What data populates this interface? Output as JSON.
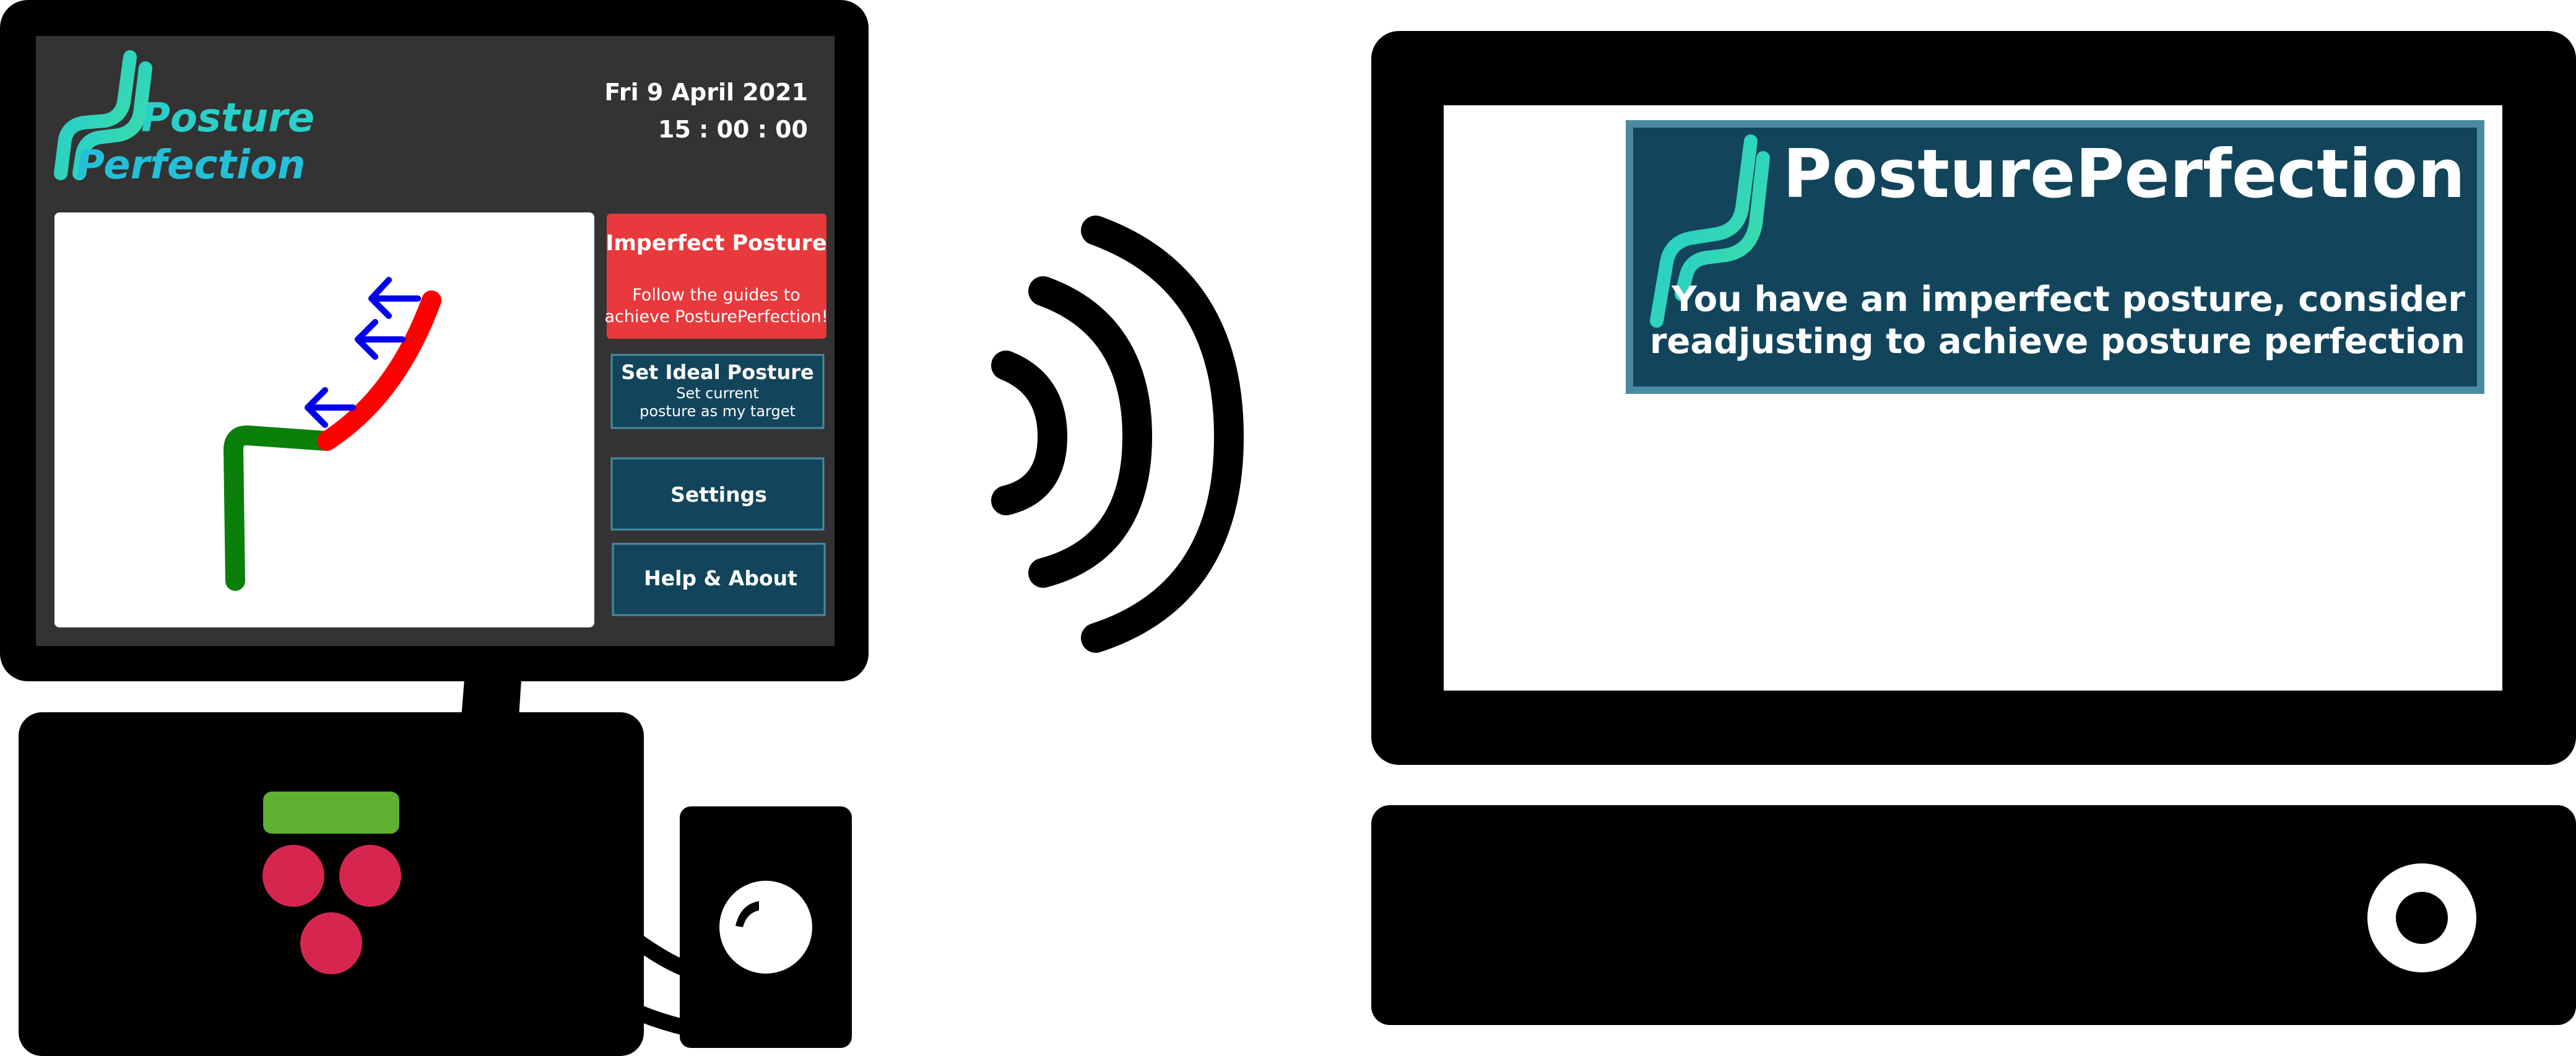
{
  "device": {
    "logo": {
      "line1": "Posture",
      "line2": "Perfection"
    },
    "date": "Fri 9 April 2021",
    "time": "15 : 00 : 00",
    "status_card": {
      "title": "Imperfect Posture",
      "message_line1": "Follow the guides to",
      "message_line2": "achieve PosturePerfection!"
    },
    "buttons": {
      "set_ideal_title": "Set Ideal Posture",
      "set_ideal_sub1": "Set current",
      "set_ideal_sub2": "posture as my target",
      "settings": "Settings",
      "help": "Help & About"
    }
  },
  "notification": {
    "title": "PosturePerfection",
    "line1": "You have an imperfect posture, consider",
    "line2": "readjusting to achieve posture perfection"
  },
  "colors": {
    "device_bezel": "#000000",
    "device_panel": "#333333",
    "status_red": "#e8393c",
    "button_teal": "#12455c",
    "button_border": "#4a8aa0",
    "spine_good": "#0a7f0a",
    "spine_bad": "#ff0000",
    "guide_arrow": "#0000ee",
    "logo_cyan": "#1ec8d8",
    "logo_green": "#3fe09a",
    "rpi_green": "#5fb030",
    "rpi_red": "#d62650",
    "notif_bg": "#12455c",
    "notif_border": "#4a8aa0"
  }
}
